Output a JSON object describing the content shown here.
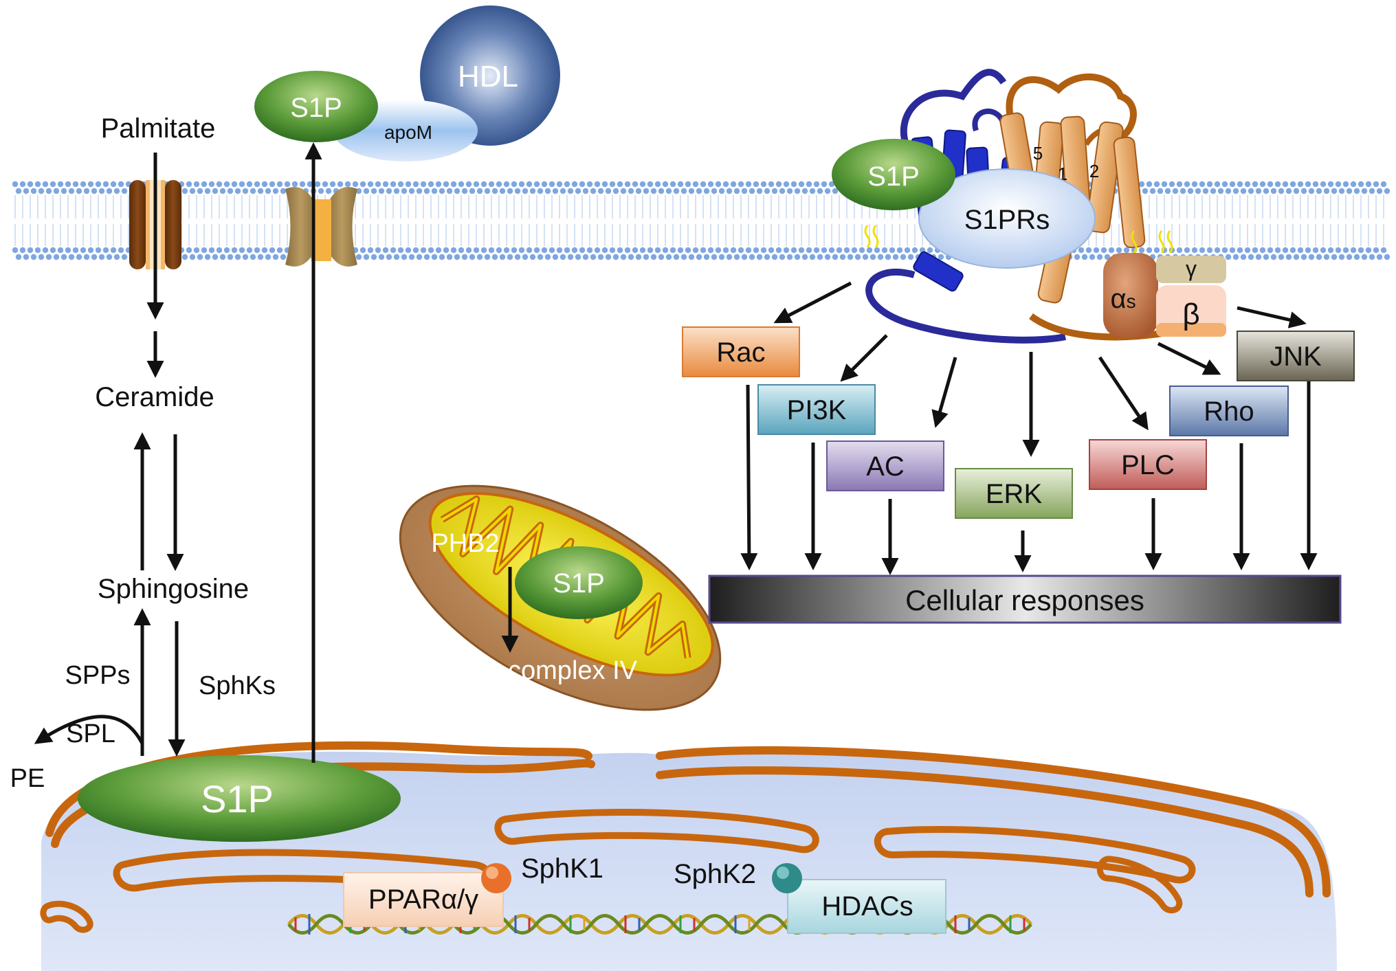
{
  "pathway": {
    "palmitate": "Palmitate",
    "ceramide": "Ceramide",
    "sphingosine": "Sphingosine",
    "spps": "SPPs",
    "sphks": "SphKs",
    "spl": "SPL",
    "pe": "PE",
    "s1p_main": "S1P"
  },
  "export": {
    "s1p": "S1P",
    "apom": "apoM",
    "hdl": "HDL"
  },
  "mitochondrion": {
    "phb2": "PHB2",
    "s1p": "S1P",
    "complex": "complex IV"
  },
  "nucleus": {
    "ppar": "PPARα/γ",
    "sphk1": "SphK1",
    "sphk2": "SphK2",
    "hdacs": "HDACs"
  },
  "receptor": {
    "s1p": "S1P",
    "s1prs": "S1PRs",
    "alpha": "α",
    "alpha_sub": "s",
    "gamma": "γ",
    "beta": "β",
    "helix_1": "1",
    "helix_2": "2",
    "helix_5": "5"
  },
  "effectors": {
    "rac": "Rac",
    "pi3k": "PI3K",
    "ac": "AC",
    "erk": "ERK",
    "plc": "PLC",
    "rho": "Rho",
    "jnk": "JNK"
  },
  "responses": "Cellular responses",
  "colors": {
    "membrane_dot": "#7fa6e0",
    "s1p_green": "#3e8a2c",
    "orange_outline": "#c8660e",
    "nucleus_fill": "#c9d6f0"
  }
}
